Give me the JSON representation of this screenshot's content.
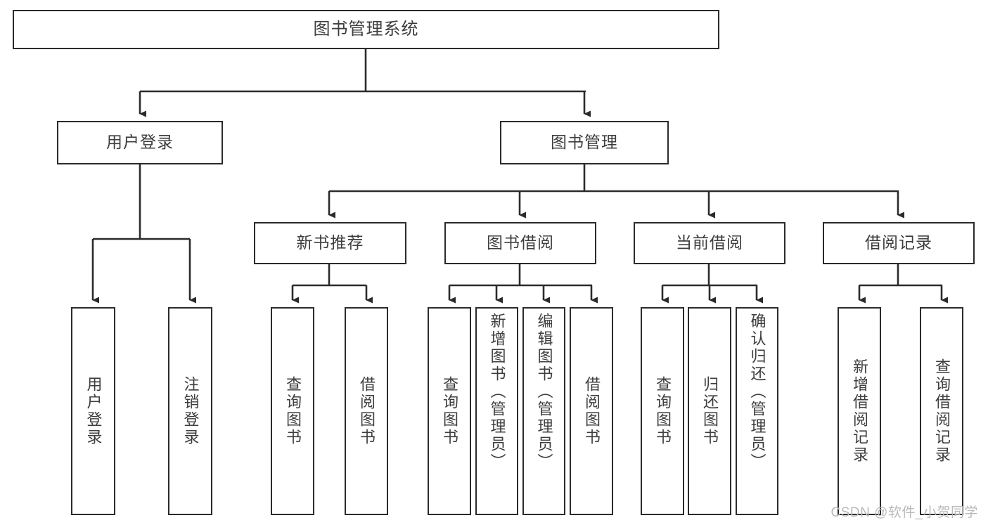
{
  "diagram": {
    "title": "图书管理系统",
    "type": "tree-hierarchy-chart",
    "colors": {
      "background": "#ffffff",
      "box_border": "#2b2b2b",
      "box_fill": "#ffffff",
      "text": "#3d3d3d",
      "edge": "#2b2b2b",
      "watermark": "#b9b9b9"
    },
    "watermark": "CSDN @软件_小贺同学",
    "levels": {
      "root": {
        "label": "图书管理系统"
      },
      "level2": [
        {
          "id": "user-login",
          "label": "用户登录"
        },
        {
          "id": "book-management",
          "label": "图书管理"
        }
      ],
      "level3": [
        {
          "id": "new-book-recommend",
          "label": "新书推荐",
          "parent": "book-management"
        },
        {
          "id": "book-borrow",
          "label": "图书借阅",
          "parent": "book-management"
        },
        {
          "id": "current-borrow",
          "label": "当前借阅",
          "parent": "book-management"
        },
        {
          "id": "borrow-record",
          "label": "借阅记录",
          "parent": "book-management"
        }
      ],
      "leaves": [
        {
          "id": "leaf-user-login",
          "label": "用户登录",
          "parent": "user-login"
        },
        {
          "id": "leaf-user-logout",
          "label": "注销登录",
          "parent": "user-login"
        },
        {
          "id": "leaf-query-book-1",
          "label": "查询图书",
          "parent": "new-book-recommend"
        },
        {
          "id": "leaf-borrow-book-1",
          "label": "借阅图书",
          "parent": "new-book-recommend"
        },
        {
          "id": "leaf-query-book-2",
          "label": "查询图书",
          "parent": "book-borrow"
        },
        {
          "id": "leaf-add-book",
          "label": "新增图书（管理员）",
          "parent": "book-borrow"
        },
        {
          "id": "leaf-edit-book",
          "label": "编辑图书（管理员）",
          "parent": "book-borrow"
        },
        {
          "id": "leaf-borrow-book-2",
          "label": "借阅图书",
          "parent": "book-borrow"
        },
        {
          "id": "leaf-query-book-3",
          "label": "查询图书",
          "parent": "current-borrow"
        },
        {
          "id": "leaf-return-book",
          "label": "归还图书",
          "parent": "current-borrow"
        },
        {
          "id": "leaf-confirm-return",
          "label": "确认归还（管理员）",
          "parent": "current-borrow"
        },
        {
          "id": "leaf-add-record",
          "label": "新增借阅记录",
          "parent": "borrow-record"
        },
        {
          "id": "leaf-query-record",
          "label": "查询借阅记录",
          "parent": "borrow-record"
        }
      ]
    }
  }
}
